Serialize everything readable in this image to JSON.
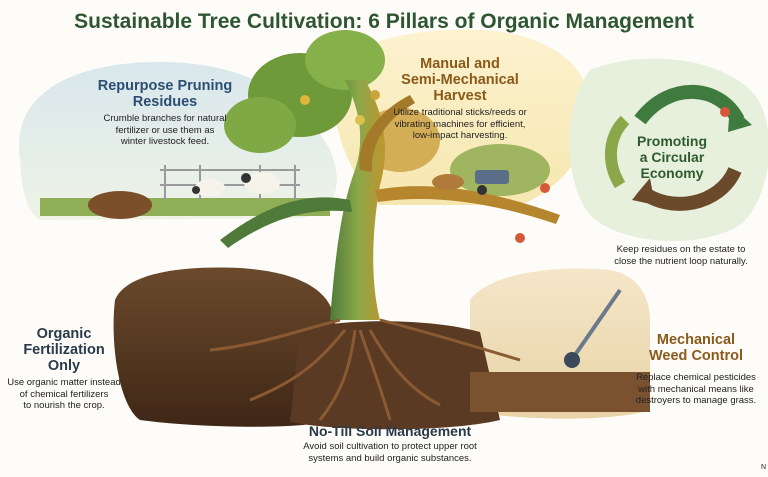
{
  "title": "Sustainable Tree Cultivation: 6 Pillars of Organic Management",
  "pillars": {
    "pruning": {
      "heading_line1": "Repurpose Pruning",
      "heading_line2": "Residues",
      "desc_line1": "Crumble branches for natural",
      "desc_line2": "fertilizer or use them as",
      "desc_line3": "winter livestock feed."
    },
    "harvest": {
      "heading_line1": "Manual and",
      "heading_line2": "Semi-Mechanical",
      "heading_line3": "Harvest",
      "desc_line1": "Utilize traditional sticks/reeds or",
      "desc_line2": "vibrating machines for efficient,",
      "desc_line3": "low-impact harvesting."
    },
    "circular": {
      "heading_line1": "Promoting",
      "heading_line2": "a Circular",
      "heading_line3": "Economy",
      "desc_line1": "Keep residues on the estate to",
      "desc_line2": "close the nutrient loop naturally."
    },
    "fertilization": {
      "heading_line1": "Organic",
      "heading_line2": "Fertilization",
      "heading_line3": "Only",
      "desc_line1": "Use organic matter instead",
      "desc_line2": "of chemical fertilizers",
      "desc_line3": "to nourish the crop."
    },
    "notill": {
      "heading": "No-Till Soil Management",
      "desc_line1": "Avoid soil cultivation to protect upper root",
      "desc_line2": "systems and build organic substances."
    },
    "weed": {
      "heading_line1": "Mechanical",
      "heading_line2": "Weed Control",
      "desc_line1": "Replace chemical pesticides",
      "desc_line2": "with mechanical means like",
      "desc_line3": "destroyers to manage grass."
    }
  },
  "corner_mark": "N",
  "colors": {
    "title": "#2f5632",
    "trunk": "#6b8e3a",
    "soil": "#5a3a22",
    "sky_left": "#dfe9ec",
    "sky_mid": "#fbf0c6",
    "sky_right": "#e4efd9",
    "root": "#8a5a33"
  }
}
